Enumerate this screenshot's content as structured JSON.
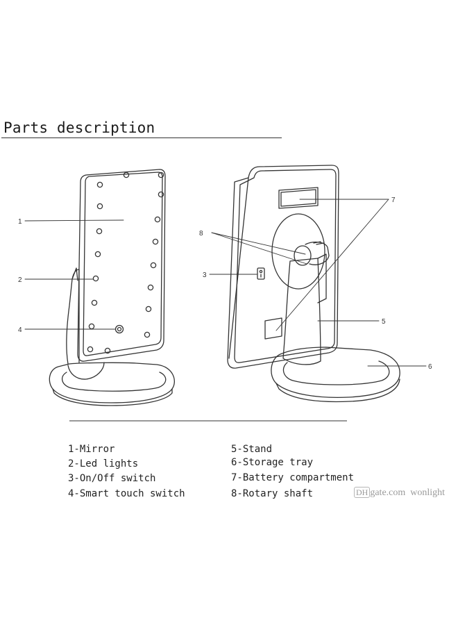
{
  "title": "Parts description",
  "callouts": [
    "1",
    "2",
    "3",
    "4",
    "5",
    "6",
    "7",
    "8"
  ],
  "parts": [
    "1-Mirror",
    "2-Led lights",
    "3-On/Off switch",
    "4-Smart touch switch",
    "5-Stand",
    "6-Storage tray",
    "7-Battery compartment",
    "8-Rotary shaft"
  ],
  "watermark": {
    "logo": "DH",
    "site": "gate.com",
    "seller": "wonlight"
  },
  "colors": {
    "line": "#333333",
    "text": "#222222",
    "watermark": "#9a9a9a"
  }
}
